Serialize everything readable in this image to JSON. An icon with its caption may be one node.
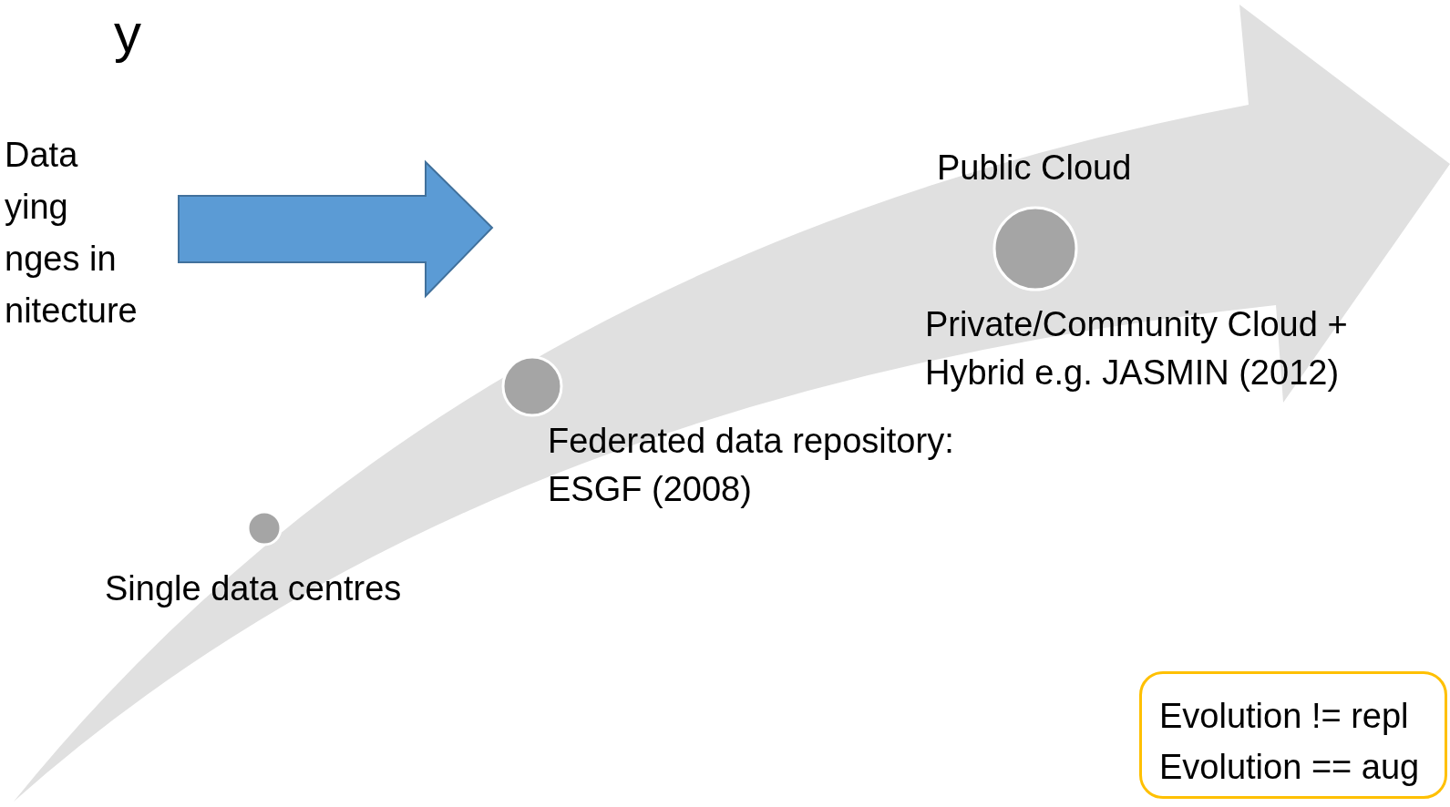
{
  "diagram": {
    "title": "y",
    "nodes": [
      {
        "text": [
          "Data ying nges in nitecture"
        ]
      },
      {
        "text": [],
        "shape": "circle",
        "beside": [
          "Single data centres"
        ]
      },
      {
        "text": [],
        "shape": "circle",
        "beside": [
          "Federated data repository: ESGF (2008)"
        ]
      },
      {
        "text": [],
        "shape": "circle",
        "beside": [
          "Public Cloud",
          "Private/Community Cloud + Hybrid e.g. JASMIN (2012)"
        ]
      },
      {
        "text": [
          "Evolution != repl",
          "Evolution == aug"
        ]
      }
    ]
  }
}
